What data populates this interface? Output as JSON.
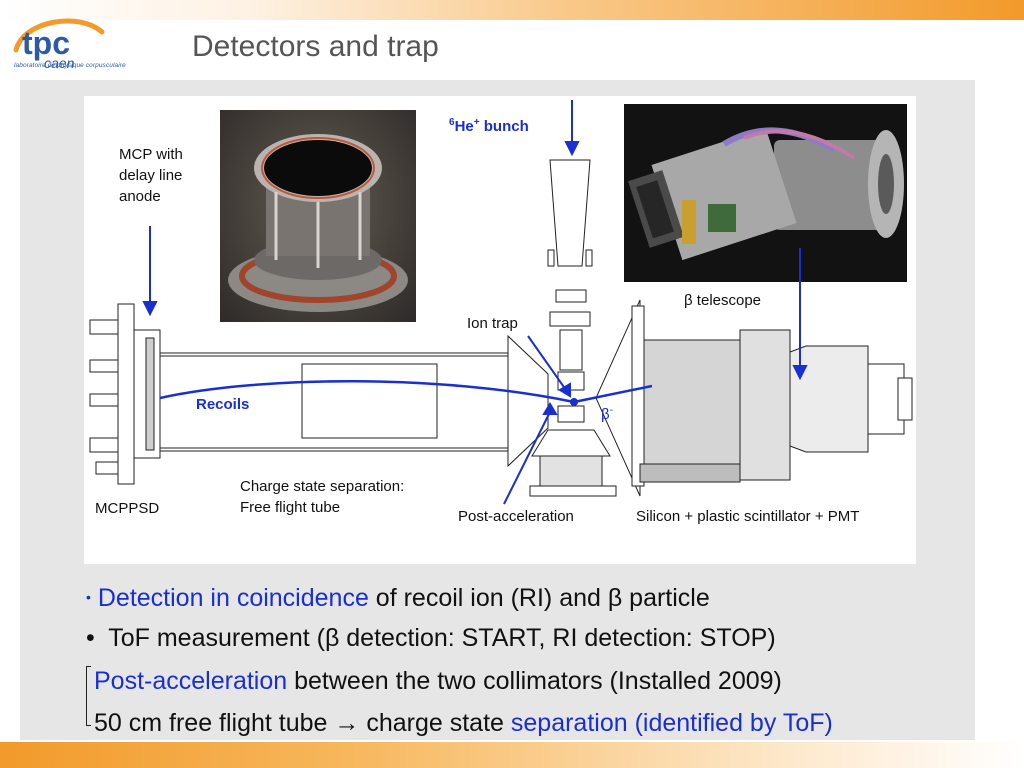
{
  "slide": {
    "title": "Detectors and trap",
    "logo_text": "tpc",
    "logo_sub": "caen",
    "logo_tagline": "laboratoire de physique corpusculaire"
  },
  "figure": {
    "labels": {
      "he_bunch_sup": "6",
      "he_bunch": "He",
      "he_bunch_charge": "+",
      "he_bunch_rest": " bunch",
      "mcp_line1": "MCP with",
      "mcp_line2": "delay line",
      "mcp_line3": "anode",
      "beta_telescope_symbol": "β",
      "beta_telescope": " telescope",
      "ion_trap": "Ion trap",
      "recoils": "Recoils",
      "beta_minus": "β",
      "beta_minus_sup": "-",
      "charge_sep_line1": "Charge state separation:",
      "charge_sep_line2": "Free flight tube",
      "mcppsd": "MCPPSD",
      "post_acceleration": "Post-acceleration",
      "silicon": "Silicon + plastic scintillator + PMT"
    }
  },
  "bullets": [
    {
      "marker": "•",
      "highlight": "Detection in coincidence",
      "text": " of recoil ion (RI) and β particle"
    },
    {
      "marker": "•",
      "text": "ToF measurement (β detection: START, RI detection: STOP)"
    },
    {
      "highlight": "Post-acceleration",
      "text": " between the two collimators (Installed 2009)"
    },
    {
      "text": "50 cm free flight tube → charge state ",
      "highlight": "separation (identified by ToF)"
    }
  ],
  "colors": {
    "accent_blue": "#1a2fd1",
    "orange": "#f29a2a",
    "title_gray": "#555555"
  }
}
